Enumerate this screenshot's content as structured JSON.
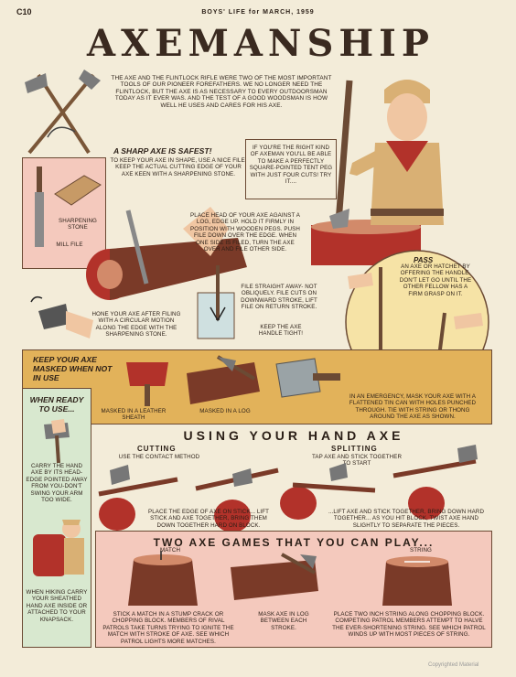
{
  "header": {
    "page_num": "C10",
    "magazine": "BOYS' LIFE for MARCH, 1959"
  },
  "title": "AXEMANSHIP",
  "intro": "THE AXE AND THE FLINTLOCK RIFLE WERE TWO OF THE MOST IMPORTANT TOOLS OF OUR PIONEER FOREFATHERS. WE NO LONGER NEED THE FLINTLOCK, BUT THE AXE IS AS NECESSARY TO EVERY OUTDOORSMAN TODAY AS IT EVER WAS. AND THE TEST OF A GOOD WOODSMAN IS HOW WELL HE USES AND CARES FOR HIS AXE.",
  "sharp": {
    "heading": "A SHARP AXE IS SAFEST!",
    "text": "TO KEEP YOUR AXE IN SHAPE, USE A NICE FILE. KEEP THE ACTUAL CUTTING EDGE OF YOUR AXE KEEN WITH A SHARPENING STONE.",
    "stone_label": "SHARPENING STONE",
    "file_label": "MILL FILE"
  },
  "right_kind": "IF YOU'RE THE RIGHT KIND OF AXEMAN YOU'LL BE ABLE TO MAKE A PERFECTLY SQUARE-POINTED TENT PEG WITH JUST FOUR CUTS! TRY IT....",
  "place_head": "PLACE HEAD OF YOUR AXE AGAINST A LOG, EDGE UP. HOLD IT FIRMLY IN POSITION WITH WOODEN PEGS. PUSH FILE DOWN OVER THE EDGE. WHEN ONE SIDE IS FILED, TURN THE AXE OVER AND FILE OTHER SIDE.",
  "file_straight": "FILE STRAIGHT AWAY- NOT OBLIQUELY. FILE CUTS ON DOWNWARD STROKE, LIFT FILE ON RETURN STROKE.",
  "keep_tight": "KEEP THE AXE HANDLE TIGHT!",
  "hone": "HONE YOUR AXE AFTER FILING WITH A CIRCULAR MOTION ALONG THE EDGE WITH THE SHARPENING STONE.",
  "pass": {
    "heading": "PASS",
    "text": "AN AXE OR HATCHET BY OFFERING THE HANDLE. DON'T LET GO UNTIL THE OTHER FELLOW HAS A FIRM GRASP ON IT."
  },
  "masked": {
    "heading": "KEEP YOUR AXE MASKED WHEN NOT IN USE",
    "sheath": "MASKED IN A LEATHER SHEATH",
    "log": "MASKED IN A LOG",
    "emergency": "IN AN EMERGENCY, MASK YOUR AXE WITH A FLATTENED TIN CAN WITH HOLES PUNCHED THROUGH. TIE WITH STRING OR THONG AROUND THE AXE AS SHOWN."
  },
  "ready": {
    "heading": "WHEN READY TO USE...",
    "carry": "CARRY THE HAND AXE BY ITS HEAD-EDGE POINTED AWAY FROM YOU-DON'T SWING YOUR ARM TOO WIDE.",
    "hiking": "WHEN HIKING CARRY YOUR SHEATHED HAND AXE INSIDE OR ATTACHED TO YOUR KNAPSACK."
  },
  "using": {
    "heading": "USING YOUR HAND AXE",
    "cutting": "CUTTING",
    "cutting_sub": "USE THE CONTACT METHOD",
    "cutting_text": "PLACE THE EDGE OF AXE ON STICK... LIFT STICK AND AXE TOGETHER, BRING THEM DOWN TOGETHER HARD ON BLOCK.",
    "splitting": "SPLITTING",
    "splitting_sub": "TAP AXE AND STICK TOGETHER TO START",
    "splitting_text": "...LIFT AXE AND STICK TOGETHER, BRING DOWN HARD TOGETHER... AS YOU HIT BLOCK, TWIST AXE HAND SLIGHTLY TO SEPARATE THE PIECES."
  },
  "games": {
    "heading": "TWO AXE GAMES THAT YOU CAN PLAY...",
    "match_label": "MATCH",
    "string_label": "STRING",
    "game1": "STICK A MATCH IN A STUMP CRACK OR CHOPPING BLOCK. MEMBERS OF RIVAL PATROLS TAKE TURNS TRYING TO IGNITE THE MATCH WITH STROKE OF AXE. SEE WHICH PATROL LIGHTS MORE MATCHES.",
    "mask_log": "MASK AXE IN LOG BETWEEN EACH STROKE.",
    "game2": "PLACE TWO INCH STRING ALONG CHOPPING BLOCK. COMPETING PATROL MEMBERS ATTEMPT TO HALVE THE EVER-SHORTENING STRING. SEE WHICH PATROL WINDS UP WITH MOST PIECES OF STRING."
  },
  "footer": "Copyrighted Material",
  "colors": {
    "paper": "#f3ecd9",
    "pink": "#f4c9bd",
    "red": "#b2322a",
    "brown": "#6b4a34",
    "gold": "#e2b25a",
    "khaki": "#d9b074"
  }
}
